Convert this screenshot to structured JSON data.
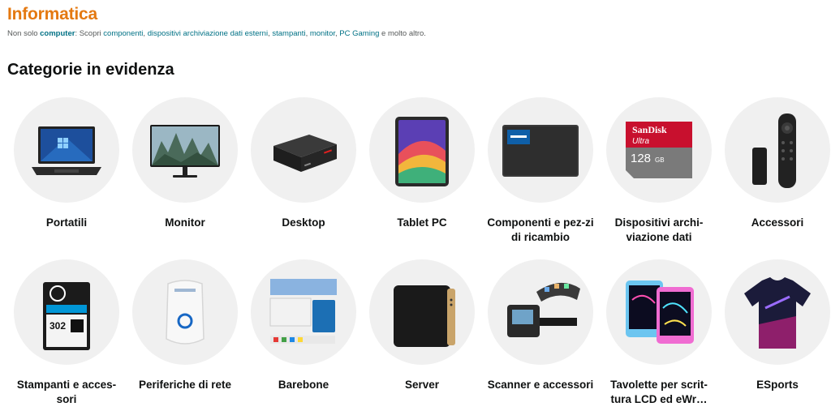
{
  "header": {
    "title": "Informatica",
    "subtitle": {
      "prefix": "Non solo ",
      "computer": "computer",
      "sep1": ": Scopri ",
      "componenti": "componenti",
      "c1": ", ",
      "dispositivi": "dispositivi archiviazione dati esterni",
      "c2": ", ",
      "stampanti": "stampanti",
      "c3": ", ",
      "monitor": "monitor",
      "c4": ", ",
      "gaming": "PC Gaming",
      "suffix": " e molto altro."
    }
  },
  "section": {
    "title": "Categorie in evidenza"
  },
  "categories": [
    {
      "label": "Portatili",
      "icon": "laptop-icon"
    },
    {
      "label": "Monitor",
      "icon": "monitor-icon"
    },
    {
      "label": "Desktop",
      "icon": "mini-pc-icon"
    },
    {
      "label": "Tablet PC",
      "icon": "tablet-icon"
    },
    {
      "label": "Componenti e pez-zi di ricambio",
      "icon": "ssd-icon"
    },
    {
      "label": "Dispositivi archi-viazione dati",
      "icon": "sd-card-icon",
      "card_brand": "SanDisk",
      "card_line": "Ultra",
      "card_size": "128",
      "card_unit": "GB"
    },
    {
      "label": "Accessori",
      "icon": "remote-stick-icon"
    },
    {
      "label": "Stampanti e acces-sori",
      "icon": "ink-cartridge-icon",
      "cartridge_number": "302"
    },
    {
      "label": "Periferiche di rete",
      "icon": "wifi-extender-icon"
    },
    {
      "label": "Barebone",
      "icon": "electronics-kit-icon"
    },
    {
      "label": "Server",
      "icon": "nas-server-icon"
    },
    {
      "label": "Scanner e accessori",
      "icon": "film-scanner-icon"
    },
    {
      "label": "Tavolette per scrit-tura LCD ed eWr…",
      "icon": "lcd-tablet-icon"
    },
    {
      "label": "ESports",
      "icon": "jersey-icon"
    }
  ]
}
